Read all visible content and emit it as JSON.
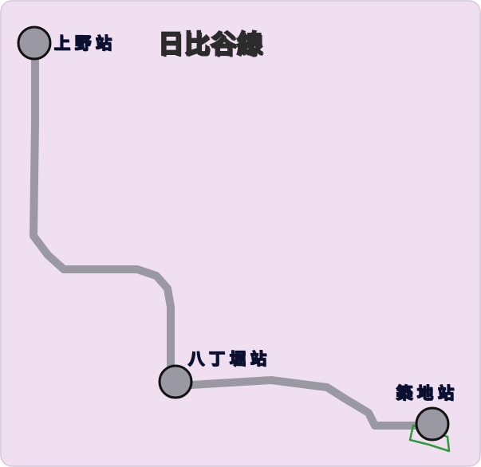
{
  "title": "日比谷線",
  "stations": {
    "ueno": {
      "label": "上野站"
    },
    "hatchobori": {
      "label": "八丁堀站"
    },
    "tsukiji": {
      "label": "築地站"
    }
  },
  "colors": {
    "background": "#efdff1",
    "line": "#9a98a3",
    "station_fill": "#9a99a3",
    "station_stroke": "#111111",
    "label": "#2f5bd8",
    "marker": "#2f9a3a"
  }
}
